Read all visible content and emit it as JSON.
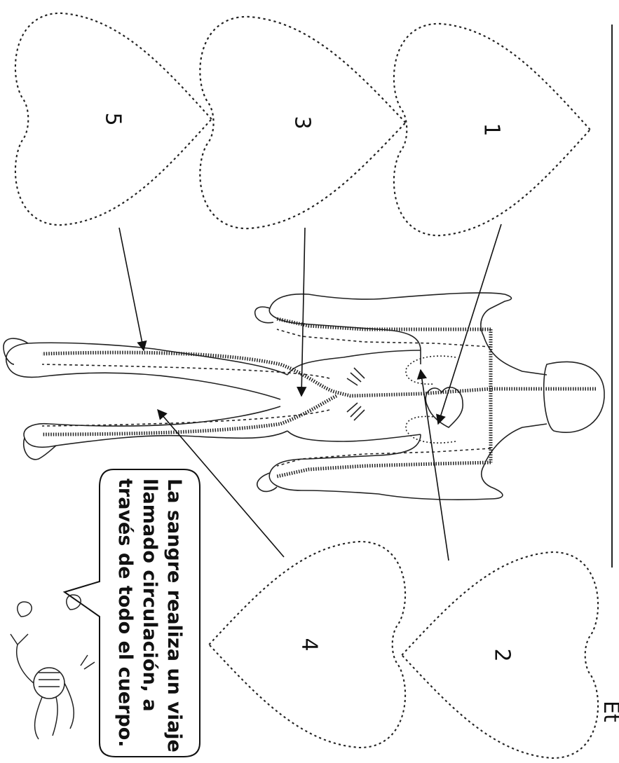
{
  "worksheet": {
    "hearts": [
      {
        "id": "heart-1",
        "label": "1"
      },
      {
        "id": "heart-2",
        "label": "2"
      },
      {
        "id": "heart-3",
        "label": "3"
      },
      {
        "id": "heart-4",
        "label": "4"
      },
      {
        "id": "heart-5",
        "label": "5"
      }
    ],
    "speech_bubble": {
      "lines": [
        "La sangre realiza un viaje",
        "llamado circulación, a",
        "través de todo el cuerpo."
      ]
    },
    "body_figure": {
      "subject": "human circulatory system"
    },
    "mascot": {
      "subject": "cartoon knight"
    },
    "partial_title": "Et"
  }
}
